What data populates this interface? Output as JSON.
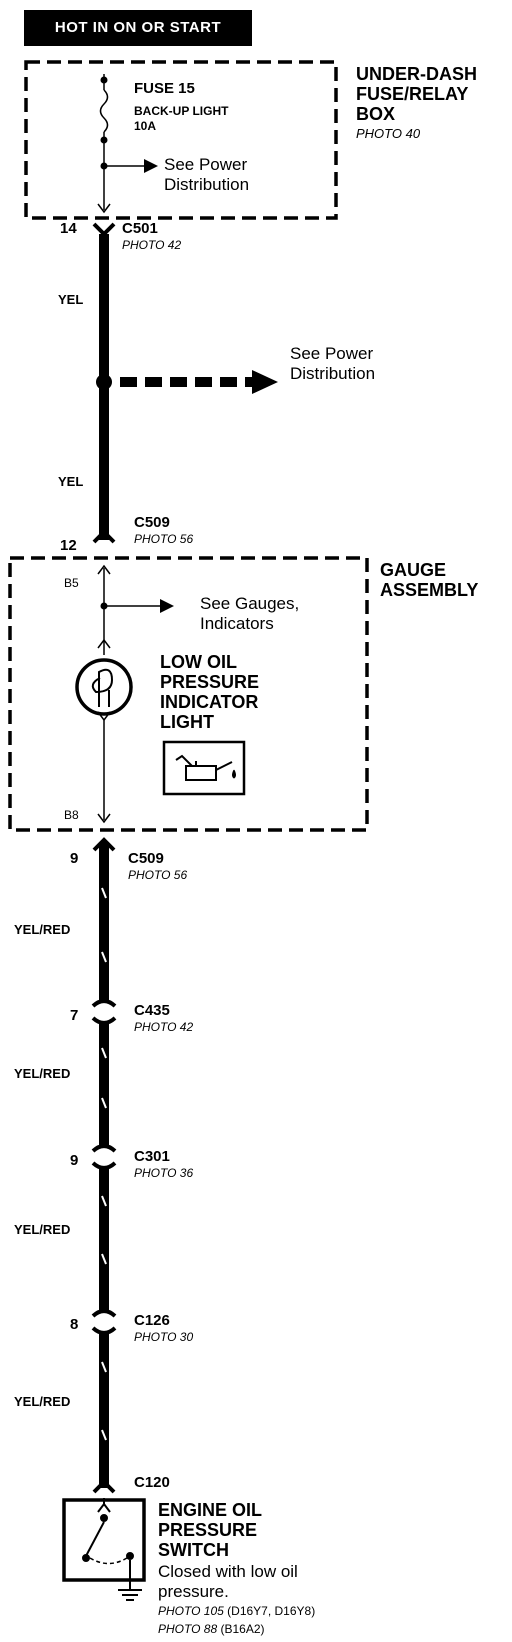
{
  "header": "HOT IN ON OR START",
  "fuse_box": {
    "name_lines": [
      "UNDER-DASH",
      "FUSE/RELAY",
      "BOX"
    ],
    "photo": "PHOTO 40",
    "fuse_label": "FUSE 15",
    "fuse_circuit": "BACK-UP LIGHT",
    "fuse_rating": "10A",
    "see_lines": [
      "See Power",
      "Distribution"
    ]
  },
  "splice": {
    "see_lines": [
      "See Power",
      "Distribution"
    ]
  },
  "gauge_assembly": {
    "name_lines": [
      "GAUGE",
      "ASSEMBLY"
    ],
    "terminal_top": "B5",
    "terminal_bottom": "B8",
    "see_lines": [
      "See Gauges,",
      "Indicators"
    ],
    "light_label_lines": [
      "LOW OIL",
      "PRESSURE",
      "INDICATOR",
      "LIGHT"
    ],
    "symbol_icon": "oil-can-icon"
  },
  "connectors": [
    {
      "pin": "14",
      "name": "C501",
      "photo": "PHOTO 42"
    },
    {
      "pin": "12",
      "name": "C509",
      "photo": "PHOTO 56"
    },
    {
      "pin": "9",
      "name": "C509",
      "photo": "PHOTO 56"
    },
    {
      "pin": "7",
      "name": "C435",
      "photo": "PHOTO 42"
    },
    {
      "pin": "9",
      "name": "C301",
      "photo": "PHOTO 36"
    },
    {
      "pin": "8",
      "name": "C126",
      "photo": "PHOTO 30"
    },
    {
      "pin": "",
      "name": "C120",
      "photo": ""
    }
  ],
  "wires": [
    "YEL",
    "YEL",
    "YEL/RED",
    "YEL/RED",
    "YEL/RED",
    "YEL/RED"
  ],
  "switch": {
    "name_lines": [
      "ENGINE OIL",
      "PRESSURE",
      "SWITCH"
    ],
    "desc_lines": [
      "Closed with low oil",
      "pressure."
    ],
    "photo_lines": [
      {
        "photo": "PHOTO 105",
        "variant": "(D16Y7, D16Y8)"
      },
      {
        "photo": "PHOTO 88",
        "variant": "(B16A2)"
      }
    ]
  }
}
